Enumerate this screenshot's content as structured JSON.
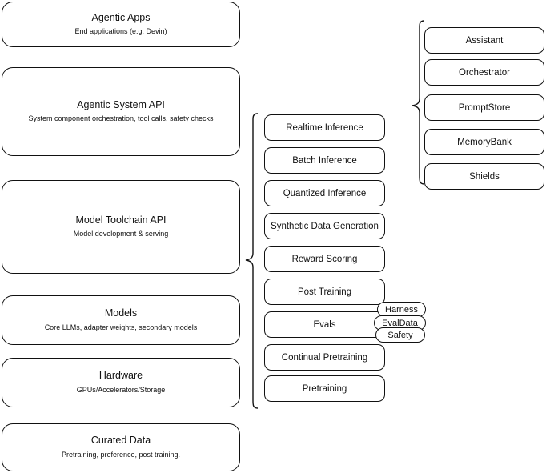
{
  "diagram": {
    "title": "Agentic stack layered architecture",
    "colors": {
      "stroke": "#111111",
      "background": "#ffffff",
      "text": "#111111"
    },
    "layers": [
      {
        "name": "agentic-apps",
        "title": "Agentic Apps",
        "subtitle": "End applications (e.g. Devin)"
      },
      {
        "name": "agentic-system-api",
        "title": "Agentic System API",
        "subtitle": "System component orchestration, tool calls, safety checks"
      },
      {
        "name": "model-toolchain-api",
        "title": "Model Toolchain API",
        "subtitle": "Model development & serving"
      },
      {
        "name": "models",
        "title": "Models",
        "subtitle": "Core LLMs, adapter weights, secondary models"
      },
      {
        "name": "hardware",
        "title": "Hardware",
        "subtitle": "GPUs/Accelerators/Storage"
      },
      {
        "name": "curated-data",
        "title": "Curated Data",
        "subtitle": "Pretraining, preference, post training."
      }
    ],
    "toolchain_components": [
      {
        "name": "realtime-inference",
        "label": "Realtime Inference"
      },
      {
        "name": "batch-inference",
        "label": "Batch Inference"
      },
      {
        "name": "quantized-inference",
        "label": "Quantized Inference"
      },
      {
        "name": "synthetic-data-generation",
        "label": "Synthetic Data Generation"
      },
      {
        "name": "reward-scoring",
        "label": "Reward Scoring"
      },
      {
        "name": "post-training",
        "label": "Post Training"
      },
      {
        "name": "evals",
        "label": "Evals"
      },
      {
        "name": "continual-pretraining",
        "label": "Continual Pretraining"
      },
      {
        "name": "pretraining",
        "label": "Pretraining"
      }
    ],
    "evals_subcomponents": [
      {
        "name": "harness",
        "label": "Harness"
      },
      {
        "name": "evaldata",
        "label": "EvalData"
      },
      {
        "name": "safety",
        "label": "Safety"
      }
    ],
    "system_components": [
      {
        "name": "assistant",
        "label": "Assistant"
      },
      {
        "name": "orchestrator",
        "label": "Orchestrator"
      },
      {
        "name": "promptstore",
        "label": "PromptStore"
      },
      {
        "name": "memorybank",
        "label": "MemoryBank"
      },
      {
        "name": "shields",
        "label": "Shields"
      }
    ]
  }
}
